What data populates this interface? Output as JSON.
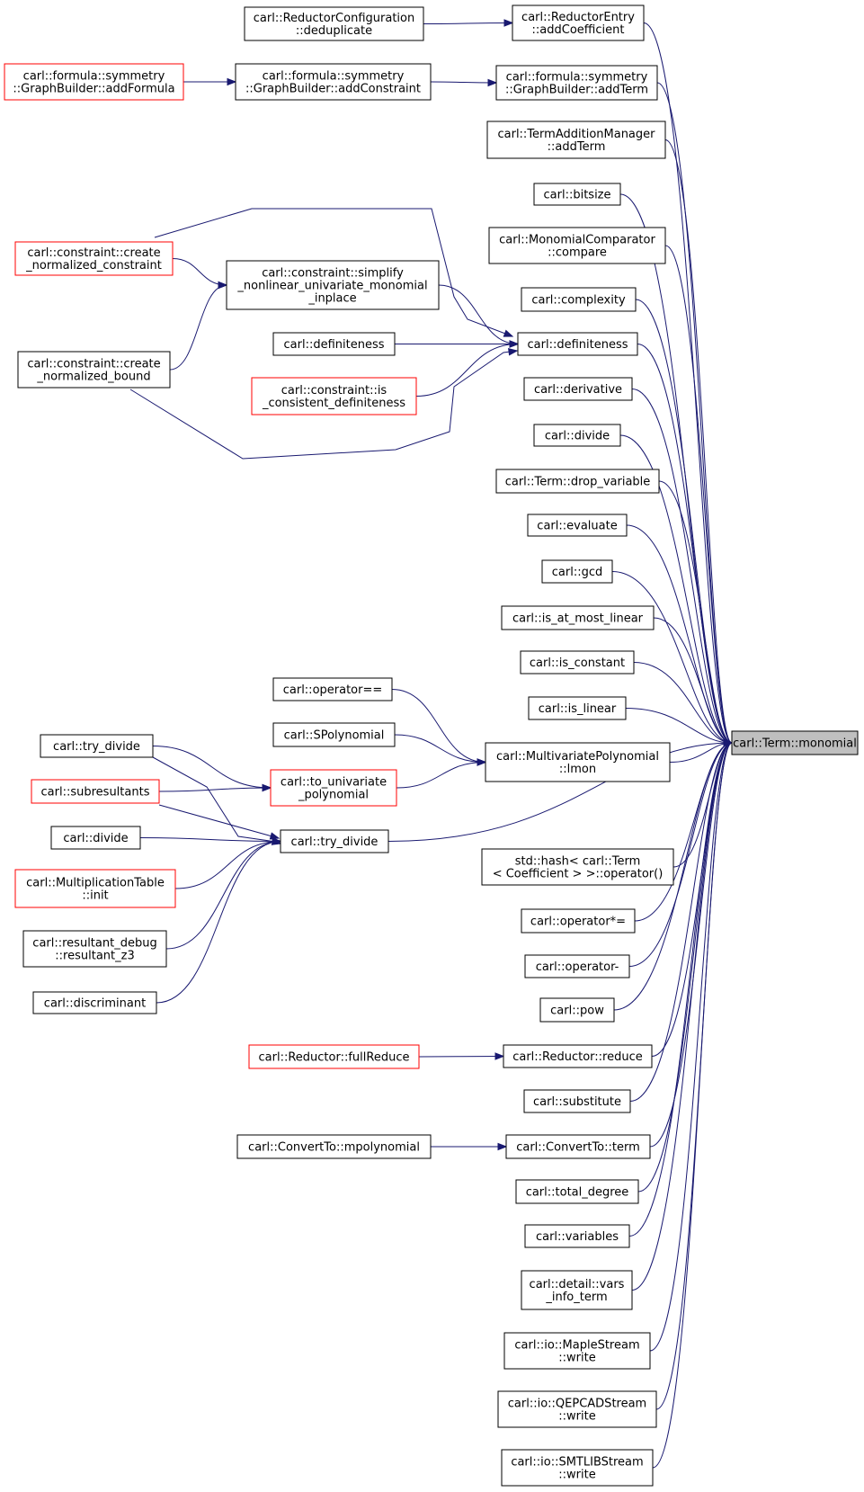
{
  "graph": {
    "colors": {
      "edge": "#191970",
      "root_fill": "#bfbfbf",
      "incomplete_border": "#ff0000",
      "border": "#000000"
    },
    "root": "n_monomial",
    "nodes": [
      {
        "id": "n_monomial",
        "lines": [
          "carl::Term::monomial"
        ],
        "root": true
      },
      {
        "id": "n_addcoef",
        "lines": [
          "carl::ReductorEntry",
          "::addCoefficient"
        ]
      },
      {
        "id": "n_dedup",
        "lines": [
          "carl::ReductorConfiguration",
          "::deduplicate"
        ]
      },
      {
        "id": "n_gb_addterm",
        "lines": [
          "carl::formula::symmetry",
          "::GraphBuilder::addTerm"
        ]
      },
      {
        "id": "n_gb_addconstraint",
        "lines": [
          "carl::formula::symmetry",
          "::GraphBuilder::addConstraint"
        ]
      },
      {
        "id": "n_gb_addformula",
        "lines": [
          "carl::formula::symmetry",
          "::GraphBuilder::addFormula"
        ],
        "red": true
      },
      {
        "id": "n_tam_addterm",
        "lines": [
          "carl::TermAdditionManager",
          "::addTerm"
        ]
      },
      {
        "id": "n_bitsize",
        "lines": [
          "carl::bitsize"
        ]
      },
      {
        "id": "n_moncomp",
        "lines": [
          "carl::MonomialComparator",
          "::compare"
        ]
      },
      {
        "id": "n_complexity",
        "lines": [
          "carl::complexity"
        ]
      },
      {
        "id": "n_definiteness_main",
        "lines": [
          "carl::definiteness"
        ]
      },
      {
        "id": "n_simplify",
        "lines": [
          "carl::constraint::simplify",
          "_nonlinear_univariate_monomial",
          "_inplace"
        ]
      },
      {
        "id": "n_create_constraint",
        "lines": [
          "carl::constraint::create",
          "_normalized_constraint"
        ],
        "red": true
      },
      {
        "id": "n_create_bound",
        "lines": [
          "carl::constraint::create",
          "_normalized_bound"
        ]
      },
      {
        "id": "n_definiteness_2",
        "lines": [
          "carl::definiteness"
        ]
      },
      {
        "id": "n_is_consistent",
        "lines": [
          "carl::constraint::is",
          "_consistent_definiteness"
        ],
        "red": true
      },
      {
        "id": "n_derivative",
        "lines": [
          "carl::derivative"
        ]
      },
      {
        "id": "n_divide_top",
        "lines": [
          "carl::divide"
        ]
      },
      {
        "id": "n_drop_variable",
        "lines": [
          "carl::Term::drop_variable"
        ]
      },
      {
        "id": "n_evaluate",
        "lines": [
          "carl::evaluate"
        ]
      },
      {
        "id": "n_gcd",
        "lines": [
          "carl::gcd"
        ]
      },
      {
        "id": "n_is_at_most_linear",
        "lines": [
          "carl::is_at_most_linear"
        ]
      },
      {
        "id": "n_is_constant",
        "lines": [
          "carl::is_constant"
        ]
      },
      {
        "id": "n_is_linear",
        "lines": [
          "carl::is_linear"
        ]
      },
      {
        "id": "n_lmon",
        "lines": [
          "carl::MultivariatePolynomial",
          "::lmon"
        ]
      },
      {
        "id": "n_opeq",
        "lines": [
          "carl::operator=="
        ]
      },
      {
        "id": "n_spoly",
        "lines": [
          "carl::SPolynomial"
        ]
      },
      {
        "id": "n_to_univariate",
        "lines": [
          "carl::to_univariate",
          "_polynomial"
        ],
        "red": true
      },
      {
        "id": "n_try_divide_left",
        "lines": [
          "carl::try_divide"
        ]
      },
      {
        "id": "n_subresultants",
        "lines": [
          "carl::subresultants"
        ],
        "red": true
      },
      {
        "id": "n_try_divide_mid",
        "lines": [
          "carl::try_divide"
        ]
      },
      {
        "id": "n_divide_left",
        "lines": [
          "carl::divide"
        ]
      },
      {
        "id": "n_multtable",
        "lines": [
          "carl::MultiplicationTable",
          "::init"
        ],
        "red": true
      },
      {
        "id": "n_resultant_z3",
        "lines": [
          "carl::resultant_debug",
          "::resultant_z3"
        ]
      },
      {
        "id": "n_discriminant",
        "lines": [
          "carl::discriminant"
        ]
      },
      {
        "id": "n_hash",
        "lines": [
          "std::hash< carl::Term",
          "< Coefficient > >::operator()"
        ]
      },
      {
        "id": "n_opmuleq",
        "lines": [
          "carl::operator*="
        ]
      },
      {
        "id": "n_opminus",
        "lines": [
          "carl::operator-"
        ]
      },
      {
        "id": "n_pow",
        "lines": [
          "carl::pow"
        ]
      },
      {
        "id": "n_reduce",
        "lines": [
          "carl::Reductor::reduce"
        ]
      },
      {
        "id": "n_fullreduce",
        "lines": [
          "carl::Reductor::fullReduce"
        ],
        "red": true
      },
      {
        "id": "n_substitute",
        "lines": [
          "carl::substitute"
        ]
      },
      {
        "id": "n_convert_term",
        "lines": [
          "carl::ConvertTo::term"
        ]
      },
      {
        "id": "n_convert_mpoly",
        "lines": [
          "carl::ConvertTo::mpolynomial"
        ]
      },
      {
        "id": "n_total_degree",
        "lines": [
          "carl::total_degree"
        ]
      },
      {
        "id": "n_variables",
        "lines": [
          "carl::variables"
        ]
      },
      {
        "id": "n_vars_info",
        "lines": [
          "carl::detail::vars",
          "_info_term"
        ]
      },
      {
        "id": "n_maple",
        "lines": [
          "carl::io::MapleStream",
          "::write"
        ]
      },
      {
        "id": "n_qepcad",
        "lines": [
          "carl::io::QEPCADStream",
          "::write"
        ]
      },
      {
        "id": "n_smtlib",
        "lines": [
          "carl::io::SMTLIBStream",
          "::write"
        ]
      }
    ],
    "edges": [
      {
        "from": "n_addcoef",
        "to": "n_monomial"
      },
      {
        "from": "n_dedup",
        "to": "n_addcoef"
      },
      {
        "from": "n_gb_addterm",
        "to": "n_monomial"
      },
      {
        "from": "n_gb_addconstraint",
        "to": "n_gb_addterm"
      },
      {
        "from": "n_gb_addformula",
        "to": "n_gb_addconstraint"
      },
      {
        "from": "n_tam_addterm",
        "to": "n_monomial"
      },
      {
        "from": "n_bitsize",
        "to": "n_monomial"
      },
      {
        "from": "n_moncomp",
        "to": "n_monomial"
      },
      {
        "from": "n_complexity",
        "to": "n_monomial"
      },
      {
        "from": "n_definiteness_main",
        "to": "n_monomial"
      },
      {
        "from": "n_create_constraint",
        "to": "n_definiteness_main"
      },
      {
        "from": "n_create_constraint",
        "to": "n_simplify"
      },
      {
        "from": "n_simplify",
        "to": "n_definiteness_main"
      },
      {
        "from": "n_create_bound",
        "to": "n_simplify"
      },
      {
        "from": "n_create_bound",
        "to": "n_definiteness_main"
      },
      {
        "from": "n_definiteness_2",
        "to": "n_definiteness_main"
      },
      {
        "from": "n_is_consistent",
        "to": "n_definiteness_main"
      },
      {
        "from": "n_derivative",
        "to": "n_monomial"
      },
      {
        "from": "n_divide_top",
        "to": "n_monomial"
      },
      {
        "from": "n_drop_variable",
        "to": "n_monomial"
      },
      {
        "from": "n_evaluate",
        "to": "n_monomial"
      },
      {
        "from": "n_gcd",
        "to": "n_monomial"
      },
      {
        "from": "n_is_at_most_linear",
        "to": "n_monomial"
      },
      {
        "from": "n_is_constant",
        "to": "n_monomial"
      },
      {
        "from": "n_is_linear",
        "to": "n_monomial"
      },
      {
        "from": "n_lmon",
        "to": "n_monomial"
      },
      {
        "from": "n_opeq",
        "to": "n_lmon"
      },
      {
        "from": "n_spoly",
        "to": "n_lmon"
      },
      {
        "from": "n_to_univariate",
        "to": "n_lmon"
      },
      {
        "from": "n_try_divide_left",
        "to": "n_to_univariate"
      },
      {
        "from": "n_subresultants",
        "to": "n_to_univariate"
      },
      {
        "from": "n_try_divide_left",
        "to": "n_try_divide_mid"
      },
      {
        "from": "n_subresultants",
        "to": "n_try_divide_mid"
      },
      {
        "from": "n_divide_left",
        "to": "n_try_divide_mid"
      },
      {
        "from": "n_multtable",
        "to": "n_try_divide_mid"
      },
      {
        "from": "n_resultant_z3",
        "to": "n_try_divide_mid"
      },
      {
        "from": "n_discriminant",
        "to": "n_try_divide_mid"
      },
      {
        "from": "n_try_divide_mid",
        "to": "n_monomial"
      },
      {
        "from": "n_hash",
        "to": "n_monomial"
      },
      {
        "from": "n_opmuleq",
        "to": "n_monomial"
      },
      {
        "from": "n_opminus",
        "to": "n_monomial"
      },
      {
        "from": "n_pow",
        "to": "n_monomial"
      },
      {
        "from": "n_reduce",
        "to": "n_monomial"
      },
      {
        "from": "n_fullreduce",
        "to": "n_reduce"
      },
      {
        "from": "n_substitute",
        "to": "n_monomial"
      },
      {
        "from": "n_convert_term",
        "to": "n_monomial"
      },
      {
        "from": "n_convert_mpoly",
        "to": "n_convert_term"
      },
      {
        "from": "n_total_degree",
        "to": "n_monomial"
      },
      {
        "from": "n_variables",
        "to": "n_monomial"
      },
      {
        "from": "n_vars_info",
        "to": "n_monomial"
      },
      {
        "from": "n_maple",
        "to": "n_monomial"
      },
      {
        "from": "n_qepcad",
        "to": "n_monomial"
      },
      {
        "from": "n_smtlib",
        "to": "n_monomial"
      }
    ]
  }
}
